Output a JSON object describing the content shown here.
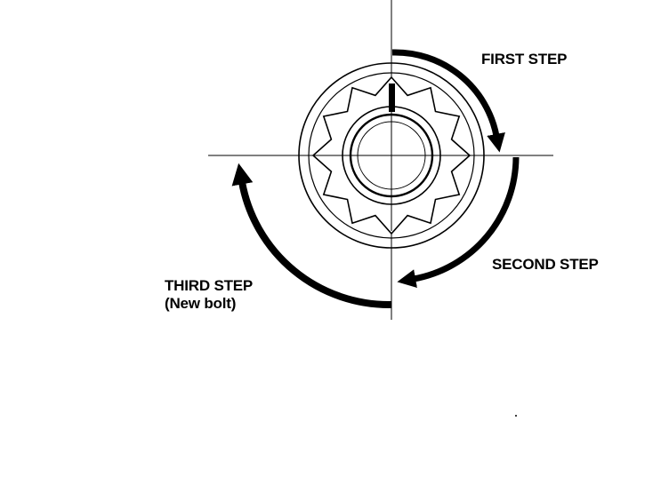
{
  "labels": {
    "first_step": "FIRST STEP",
    "second_step": "SECOND STEP",
    "third_step": "THIRD STEP",
    "third_step_note": "(New bolt)"
  },
  "colors": {
    "ink": "#000000",
    "background": "#ffffff"
  }
}
